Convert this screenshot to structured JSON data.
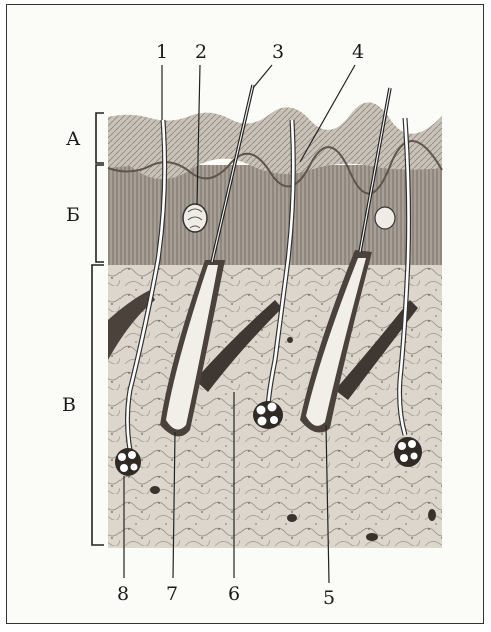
{
  "figure": {
    "layers": [
      {
        "id": "A",
        "label": "А"
      },
      {
        "id": "B",
        "label": "Б"
      },
      {
        "id": "V",
        "label": "В"
      }
    ],
    "top_numbers": [
      "1",
      "2",
      "3",
      "4"
    ],
    "bottom_numbers": [
      "8",
      "7",
      "6",
      "5"
    ]
  }
}
